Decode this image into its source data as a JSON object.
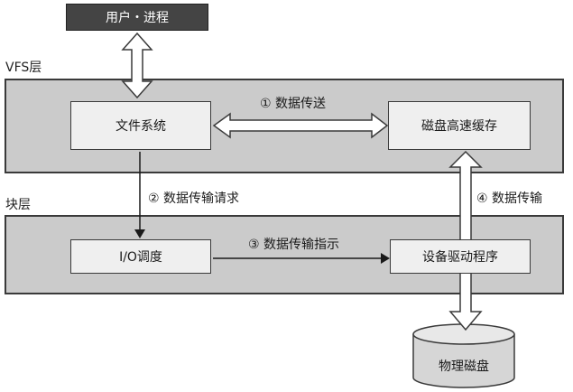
{
  "layers": {
    "vfs": {
      "label": "VFS层"
    },
    "block": {
      "label": "块层"
    }
  },
  "nodes": {
    "user": "用户・进程",
    "filesystem": "文件系统",
    "cache": "磁盘高速缓存",
    "io_scheduler": "I/O调度",
    "driver": "设备驱动程序",
    "disk": "物理磁盘"
  },
  "edges": {
    "data_transfer": "① 数据传送",
    "transfer_request": "② 数据传输请求",
    "transfer_instruction": "③ 数据传输指示",
    "data_transmission": "④ 数据传输"
  },
  "colors": {
    "layer_fill": "#cbcbcb",
    "box_fill": "#efefef",
    "user_fill": "#444444",
    "outline": "#3a3a3a"
  }
}
